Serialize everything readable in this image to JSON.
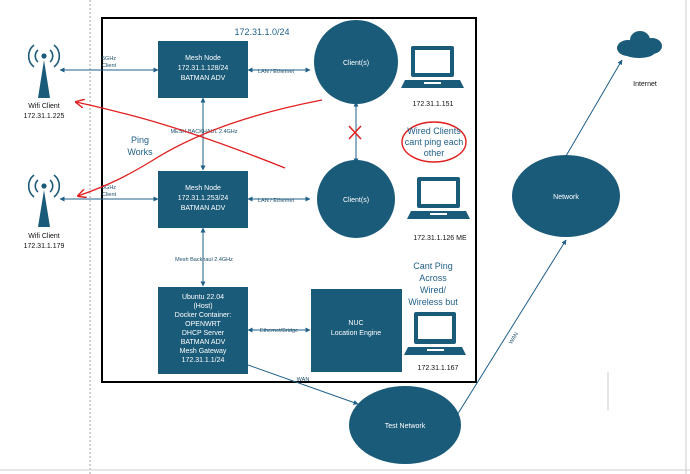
{
  "network_label": "172.31.1.0/24",
  "mesh_node_top": [
    "Mesh Node",
    "172.31.1.128/24",
    "BATMAN ADV"
  ],
  "mesh_node_mid": [
    "Mesh Node",
    "172.31.1.253/24",
    "BATMAN ADV"
  ],
  "host_box": [
    "Ubuntu 22.04",
    "(Host)",
    "Docker Container:",
    "OPENWRT",
    "DHCP Server",
    "BATMAN ADV",
    "Mesh Gateway",
    "172.31.1.1/24"
  ],
  "nuc_box": [
    "NUC",
    "Location Engine"
  ],
  "client_top": "Client(s)",
  "client_mid": "Client(s)",
  "laptop_top_ip": "172.31.1.151",
  "laptop_mid_ip": "172.31.1.126  ME",
  "laptop_bot_ip": "172.31.1.167",
  "wifi_client_top": [
    "Wifi Client",
    "172.31.1.225"
  ],
  "wifi_client_bot": [
    "Wifi Client",
    "172.31.1.179"
  ],
  "link_5ghz_top": [
    "5GHz",
    "Client"
  ],
  "link_5ghz_bot": [
    "5GHz",
    "Client"
  ],
  "lan_ethernet_top": "LAN / Ethernet",
  "lan_ethernet_mid": "LAN / Ethernet",
  "mesh_backhaul_top": "MESH BACKHAUL 2.4GHz",
  "mesh_backhaul_bot": "Mesh Backhaul 2.4GHz",
  "ethernet_bridge": "Ethernet/Bridge",
  "wan_left": "WAN",
  "wan_right": "WAN",
  "ping_works": [
    "Ping",
    "Works"
  ],
  "wired_note": [
    "Wired Clients",
    "cant ping each",
    "other"
  ],
  "cant_ping_note": [
    "Cant Ping",
    "Across",
    "Wired/",
    "Wireless but"
  ],
  "network_node": "Network",
  "test_network": "Test Network",
  "internet": "Internet",
  "colors": {
    "node_fill": "#1b5b7a",
    "annotation_red": "#e02020",
    "label_blue": "#1f5f88"
  }
}
